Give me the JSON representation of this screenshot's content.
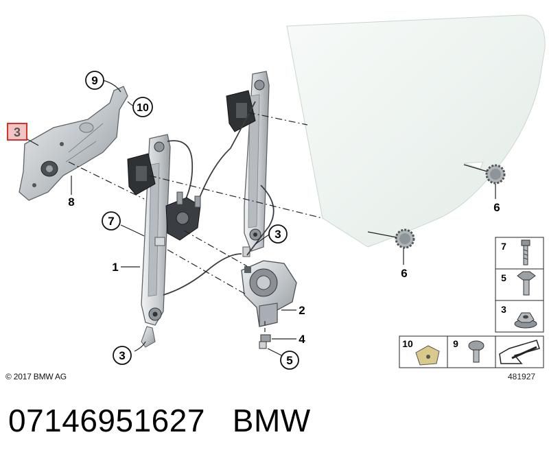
{
  "callouts": [
    {
      "label": "9"
    },
    {
      "label": "10"
    },
    {
      "label": "3"
    },
    {
      "label": "8"
    },
    {
      "label": "7"
    },
    {
      "label": "1"
    },
    {
      "label": "3"
    },
    {
      "label": "2"
    },
    {
      "label": "4"
    },
    {
      "label": "5"
    },
    {
      "label": "3"
    },
    {
      "label": "6"
    },
    {
      "label": "6"
    }
  ],
  "legend": {
    "cells": [
      {
        "label": "7"
      },
      {
        "label": "5"
      },
      {
        "label": "3"
      },
      {
        "label": "10"
      },
      {
        "label": "9"
      }
    ]
  },
  "copyright": "© 2017 BMW AG",
  "drawing_number": "481927",
  "caption": {
    "part_number": "07146951627",
    "brand": "BMW"
  },
  "colors": {
    "highlight": "#d9302c",
    "highlight_fill": "#f2c4c4",
    "metal": "#cfd3d6",
    "glass": "#e9f0ec"
  }
}
